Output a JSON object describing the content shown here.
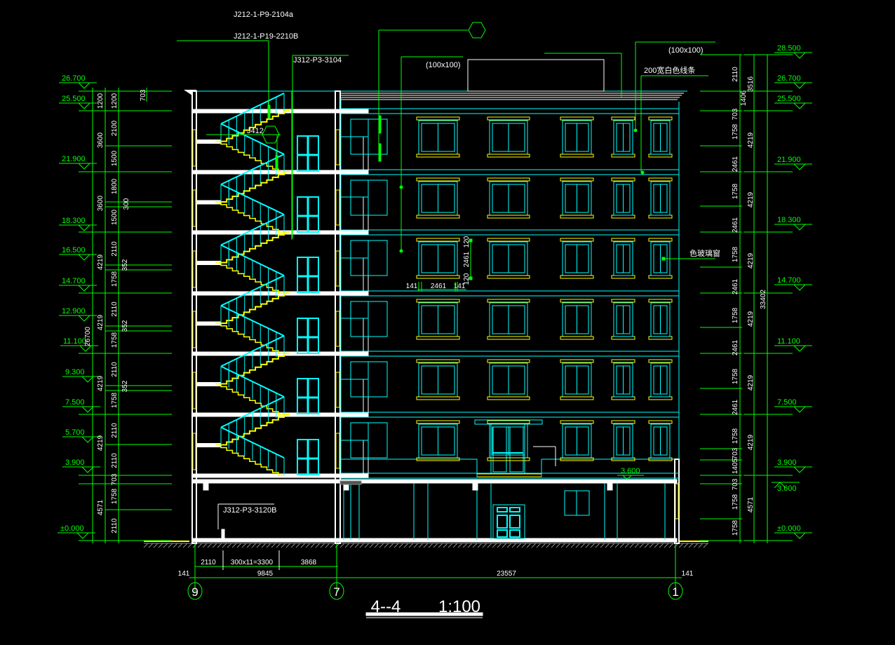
{
  "title": {
    "section": "4--4",
    "scale": "1:100"
  },
  "left_levels": [
    "26.700",
    "25.500",
    "21.900",
    "18.300",
    "16.500",
    "14.700",
    "12.900",
    "11.100",
    "9.300",
    "7.500",
    "5.700",
    "3.900",
    "±0.000"
  ],
  "right_levels": [
    "28.500",
    "26.700",
    "25.500",
    "21.900",
    "18.300",
    "14.700",
    "11.100",
    "7.500",
    "3.900",
    "3.600",
    "±0.000"
  ],
  "left_dims_outer": [
    "1200",
    "3600",
    "3600",
    "4219",
    "4219",
    "4219",
    "4219",
    "4571"
  ],
  "left_dims_inner": [
    "1200",
    "2100",
    "1500",
    "1800",
    "1500",
    "2110",
    "1758",
    "2110",
    "1758",
    "2110",
    "1758",
    "2110",
    "2110",
    "703",
    "1758",
    "2110"
  ],
  "left_dims_extra": {
    "d300": "300",
    "d352a": "352",
    "d352b": "352",
    "d352c": "352",
    "total": "26700",
    "d703": "703"
  },
  "right_dims_inner": [
    "2110",
    "703",
    "1758",
    "2461",
    "1758",
    "2461",
    "1758",
    "2461",
    "1758",
    "2461",
    "1758",
    "2461",
    "1758",
    "703",
    "1405",
    "703",
    "1758",
    "1758"
  ],
  "right_dims_mid": [
    "3516",
    "1406",
    "4219",
    "4219",
    "4219",
    "4219",
    "4219",
    "4219",
    "4571"
  ],
  "right_total": "33402",
  "bottom_dims": {
    "d2110": "2110",
    "stairs": "300x11=3300",
    "d3868": "3868",
    "d9845": "9845",
    "d23557": "23557",
    "left141": "141",
    "right141": "141"
  },
  "axes": [
    "9",
    "7",
    "1"
  ],
  "annotations": {
    "ref1": "J212-1-P9-2104a",
    "ref2": "J212-1-P19-2210B",
    "ref3": "J312-P3-3104",
    "size1": "(100x100)",
    "size2": "(100x100)",
    "white_band": "200宽白色线条",
    "stair_ref": "J412",
    "glass": "色玻璃窗",
    "ref4": "J312-P3-3120B",
    "level_3600": "3.600"
  },
  "window_dims": {
    "w": "2461",
    "l141": "141",
    "r141": "141",
    "h": "2461",
    "t120": "120",
    "b120": "120"
  },
  "colors": {
    "background": "#000000",
    "dimension": "#00ff00",
    "outline": "#00ffff",
    "trim": "#ffff00",
    "section": "#ffffff"
  }
}
